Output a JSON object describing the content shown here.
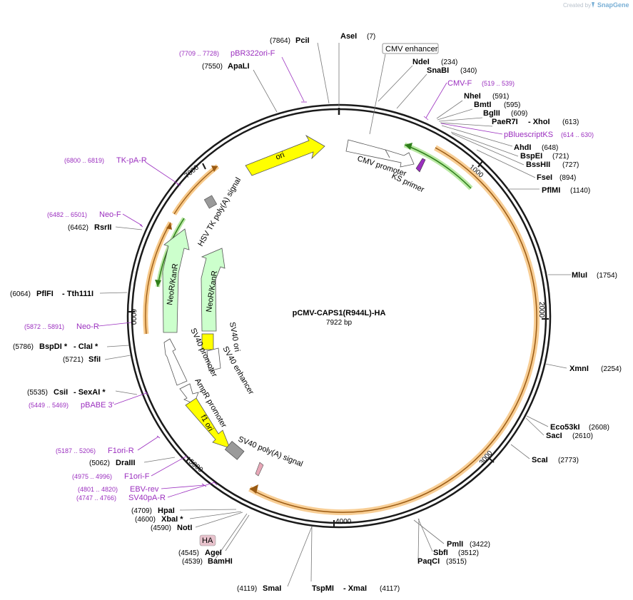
{
  "header": {
    "created_by": "Created by",
    "brand": "SnapGene"
  },
  "plasmid": {
    "name": "pCMV-CAPS1(R944L)-HA",
    "size": "7922 bp"
  },
  "ticks": [
    "1000",
    "2000",
    "3000",
    "4000",
    "5000",
    "6000",
    "7000"
  ],
  "sites": [
    {
      "name": "AseI",
      "pos": "(7)"
    },
    {
      "name": "PciI",
      "pos": "(7864)"
    },
    {
      "name": "ApaLI",
      "pos": "(7550)"
    },
    {
      "name": "NdeI",
      "pos": "(234)"
    },
    {
      "name": "SnaBI",
      "pos": "(340)"
    },
    {
      "name": "NheI",
      "pos": "(591)"
    },
    {
      "name": "BmtI",
      "pos": "(595)"
    },
    {
      "name": "BglII",
      "pos": "(609)"
    },
    {
      "name": "PaeR7I",
      "pos": ""
    },
    {
      "name": "- XhoI",
      "pos": "(613)"
    },
    {
      "name": "AhdI",
      "pos": "(648)"
    },
    {
      "name": "BspEI",
      "pos": "(721)"
    },
    {
      "name": "BssHII",
      "pos": "(727)"
    },
    {
      "name": "FseI",
      "pos": "(894)"
    },
    {
      "name": "PflMI",
      "pos": "(1140)"
    },
    {
      "name": "MluI",
      "pos": "(1754)"
    },
    {
      "name": "XmnI",
      "pos": "(2254)"
    },
    {
      "name": "Eco53kI",
      "pos": "(2608)"
    },
    {
      "name": "SacI",
      "pos": "(2610)"
    },
    {
      "name": "ScaI",
      "pos": "(2773)"
    },
    {
      "name": "PmlI",
      "pos": "(3422)"
    },
    {
      "name": "SbfI",
      "pos": "(3512)"
    },
    {
      "name": "PaqCI",
      "pos": "(3515)"
    },
    {
      "name": "TspMI",
      "pos": ""
    },
    {
      "name": "- XmaI",
      "pos": "(4117)"
    },
    {
      "name": "SmaI",
      "pos": "(4119)"
    },
    {
      "name": "AgeI",
      "pos": "(4545)"
    },
    {
      "name": "BamHI",
      "pos": "(4539)"
    },
    {
      "name": "HpaI",
      "pos": "(4709)"
    },
    {
      "name": "XbaI *",
      "pos": "(4600)"
    },
    {
      "name": "NotI",
      "pos": "(4590)"
    },
    {
      "name": "DraIII",
      "pos": "(5062)"
    },
    {
      "name": "CsiI",
      "pos": "(5535)"
    },
    {
      "name": "- SexAI *",
      "pos": ""
    },
    {
      "name": "SfiI",
      "pos": "(5721)"
    },
    {
      "name": "BspDI *",
      "pos": "(5786)"
    },
    {
      "name": "- ClaI *",
      "pos": ""
    },
    {
      "name": "PflFI",
      "pos": "(6064)"
    },
    {
      "name": "- Tth111I",
      "pos": ""
    },
    {
      "name": "RsrII",
      "pos": "(6462)"
    }
  ],
  "primers": [
    {
      "name": "pBR322ori-F",
      "pos": "(7709 .. 7728)"
    },
    {
      "name": "CMV-F",
      "pos": "(519 .. 539)"
    },
    {
      "name": "pBluescriptKS",
      "pos": "(614 .. 630)"
    },
    {
      "name": "TK-pA-R",
      "pos": "(6800 .. 6819)"
    },
    {
      "name": "Neo-F",
      "pos": "(6482 .. 6501)"
    },
    {
      "name": "Neo-R",
      "pos": "(5872 .. 5891)"
    },
    {
      "name": "pBABE 3'",
      "pos": "(5449 .. 5469)"
    },
    {
      "name": "F1ori-R",
      "pos": "(5187 .. 5206)"
    },
    {
      "name": "F1ori-F",
      "pos": "(4975 .. 4996)"
    },
    {
      "name": "EBV-rev",
      "pos": "(4801 .. 4820)"
    },
    {
      "name": "SV40pA-R",
      "pos": "(4747 .. 4766)"
    }
  ],
  "features": [
    {
      "name": "CMV enhancer"
    },
    {
      "name": "CMV promoter"
    },
    {
      "name": "KS primer"
    },
    {
      "name": "ori"
    },
    {
      "name": "HSV TK poly(A) signal"
    },
    {
      "name": "NeoR/KanR"
    },
    {
      "name": "NeoR/KanR"
    },
    {
      "name": "SV40 ori"
    },
    {
      "name": "SV40 enhancer"
    },
    {
      "name": "SV40 promoter"
    },
    {
      "name": "AmpR promoter"
    },
    {
      "name": "f1 ori"
    },
    {
      "name": "SV40 poly(A) signal"
    },
    {
      "name": "HA"
    }
  ],
  "colors": {
    "backbone": "#1a1a1a",
    "primer": "#9b2fbf",
    "cds_highlight": "#f7c98a",
    "cds_arrow": "#9a5a12",
    "neo_fill": "#ccffcc",
    "ori_fill": "#ffff00",
    "green_feature": "#2e7d1a",
    "green_glow": "#b9e8a3",
    "polyA_fill": "#9a9a9a",
    "ha_fill": "#e7c2cc"
  }
}
